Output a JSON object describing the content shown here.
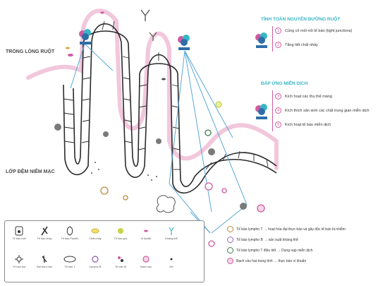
{
  "regions": {
    "lumen": "TRONG LÒNG RUỘT",
    "lamina": "LỚP ĐỆM NIÊM MẠC"
  },
  "right_panel": {
    "section1_title": "TÍNH TOÀN NGUYÊN ĐƯỜNG RUỘT",
    "section1_items": [
      {
        "num": "1",
        "text": "Củng cố mối nối tế bào (tight junctions)"
      },
      {
        "num": "2",
        "text": "Tăng tiết chất nhầy"
      }
    ],
    "section2_title": "ĐÁP ỨNG MIỄN DỊCH",
    "section2_items": [
      {
        "num": "3",
        "text": "Kích hoạt các thụ thể màng"
      },
      {
        "num": "4",
        "text": "Kích thích sản sinh các chất trung gian miễn dịch"
      },
      {
        "num": "5",
        "text": "Kích hoạt tế bào miễn dịch"
      }
    ]
  },
  "cell_list": [
    {
      "text": "Tế bào lympho T → hoạt hóa đại thực bào và gây độc tế bào bị nhiễm",
      "color": "#c08a3c"
    },
    {
      "text": "Tế bào lympho B → sản xuất kháng thể",
      "color": "#9a6bbf"
    },
    {
      "text": "Tế bào lympho T điều tiết → Dung nạp miễn dịch",
      "color": "#3a7d4a"
    },
    {
      "text": "Bạch cầu hạt trung tính → thực bào vi khuẩn",
      "color": "#d05aa0"
    }
  ],
  "legend": {
    "row1": [
      "Tế bào ruột",
      "Tế bào nhầy",
      "Tế bào Paneth",
      "Chất nhầy",
      "Tế bào gốc",
      "Vi khuẩn",
      "Kháng thể"
    ],
    "row2": [
      "Tế bào tua",
      "Đại thực bào",
      "Tế bào T",
      "Lympho B",
      "Tế bào M",
      "Bạch cầu",
      "Mô"
    ]
  },
  "colors": {
    "accent_teal": "#37b6c6",
    "accent_pink": "#d05aa0",
    "membrane_pink": "#f2c7dc",
    "arrow_blue": "#5aa8d8"
  }
}
